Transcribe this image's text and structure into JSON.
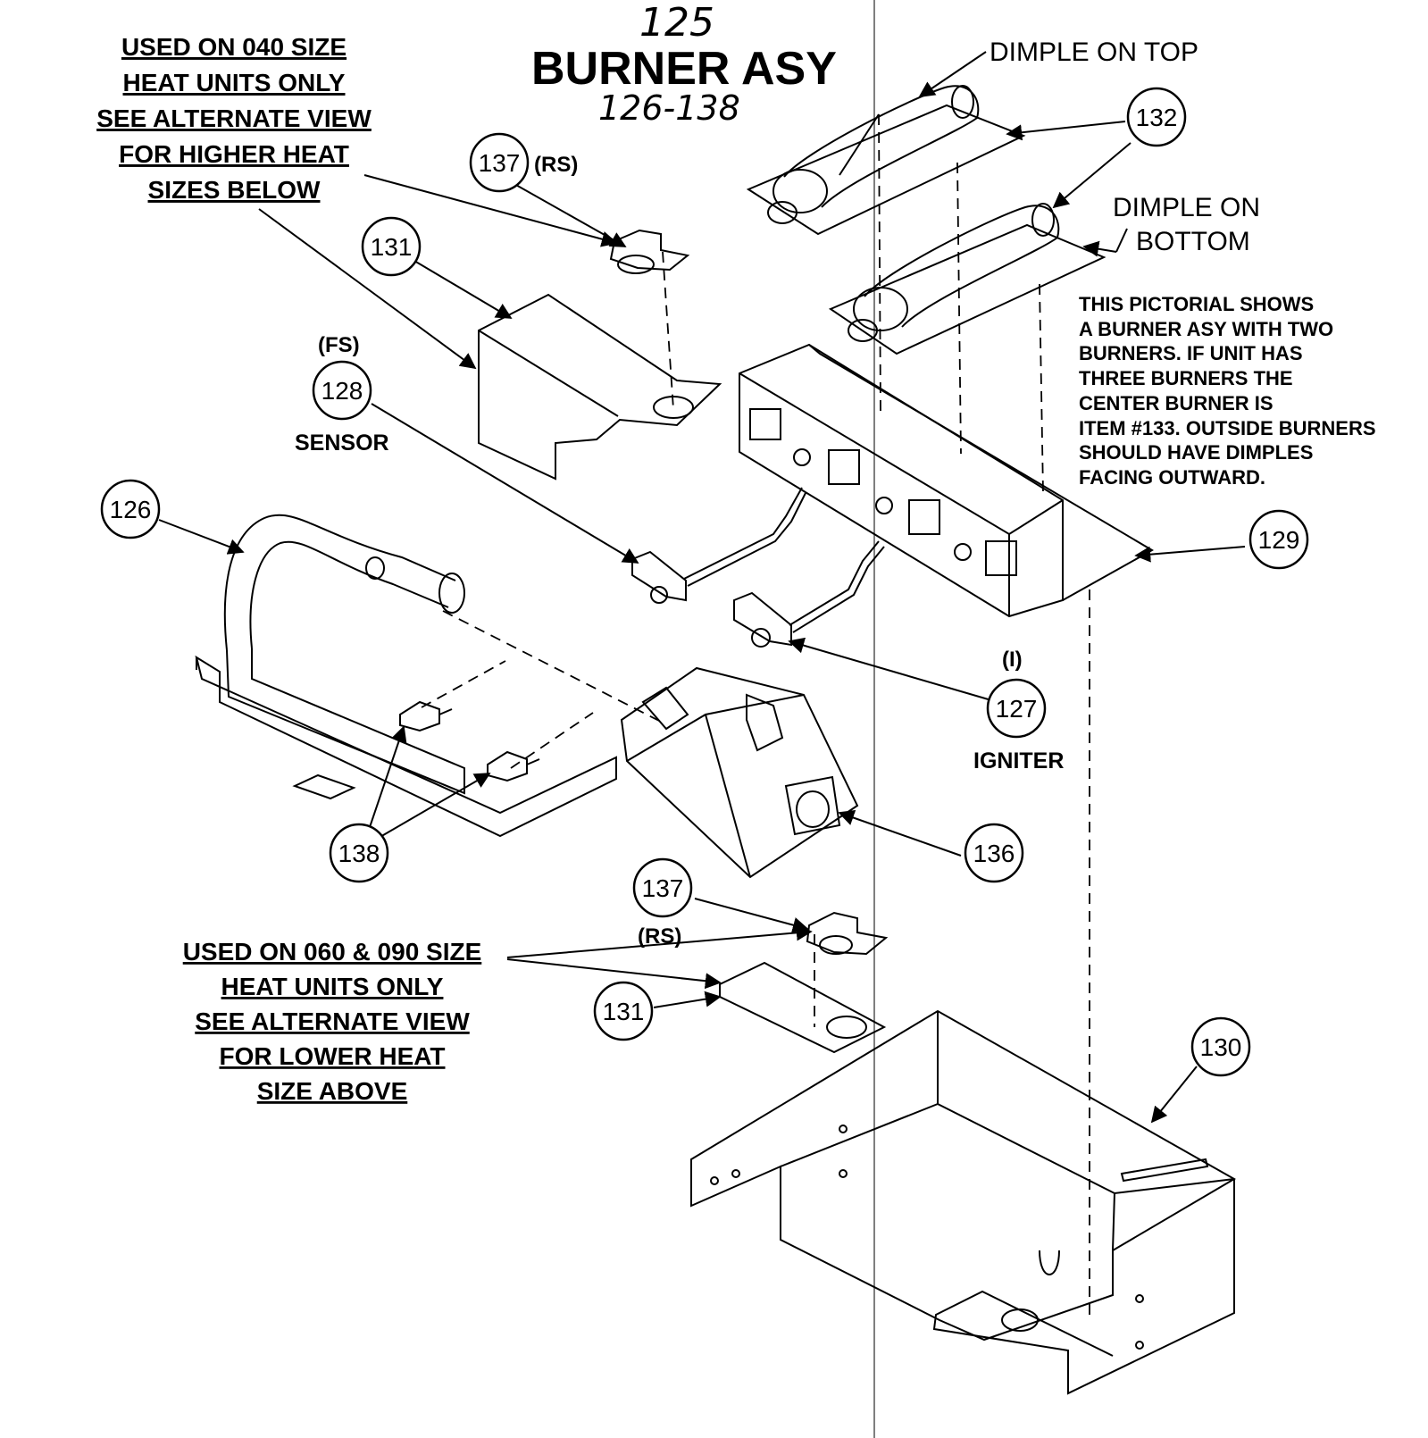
{
  "handwritten_top": "125",
  "title": "BURNER ASY",
  "handwritten_range": "126-138",
  "notes": {
    "top_left": [
      "USED ON 040 SIZE",
      "HEAT UNITS ONLY",
      "SEE ALTERNATE VIEW",
      "FOR HIGHER HEAT",
      "SIZES BELOW"
    ],
    "bottom_left": [
      "USED ON 060 & 090 SIZE",
      "HEAT UNITS ONLY",
      "SEE ALTERNATE VIEW",
      "FOR LOWER HEAT",
      "SIZE ABOVE"
    ],
    "pictorial": [
      "THIS PICTORIAL SHOWS",
      "A BURNER ASY WITH TWO",
      "BURNERS. IF UNIT HAS",
      "THREE BURNERS THE",
      "CENTER BURNER IS",
      "ITEM #133. OUTSIDE BURNERS",
      "SHOULD HAVE DIMPLES",
      "FACING OUTWARD."
    ]
  },
  "labels": {
    "dimple_top": "DIMPLE ON TOP",
    "dimple_bottom_1": "DIMPLE ON",
    "dimple_bottom_2": "BOTTOM",
    "sensor": "SENSOR",
    "igniter": "IGNITER",
    "fs": "(FS)",
    "rs_top": "(RS)",
    "rs_bottom": "(RS)",
    "i": "(I)"
  },
  "callouts": {
    "c137_top": "137",
    "c131_top": "131",
    "c128": "128",
    "c126": "126",
    "c132": "132",
    "c129": "129",
    "c127": "127",
    "c136": "136",
    "c138": "138",
    "c137_bottom": "137",
    "c131_bottom": "131",
    "c130": "130"
  }
}
